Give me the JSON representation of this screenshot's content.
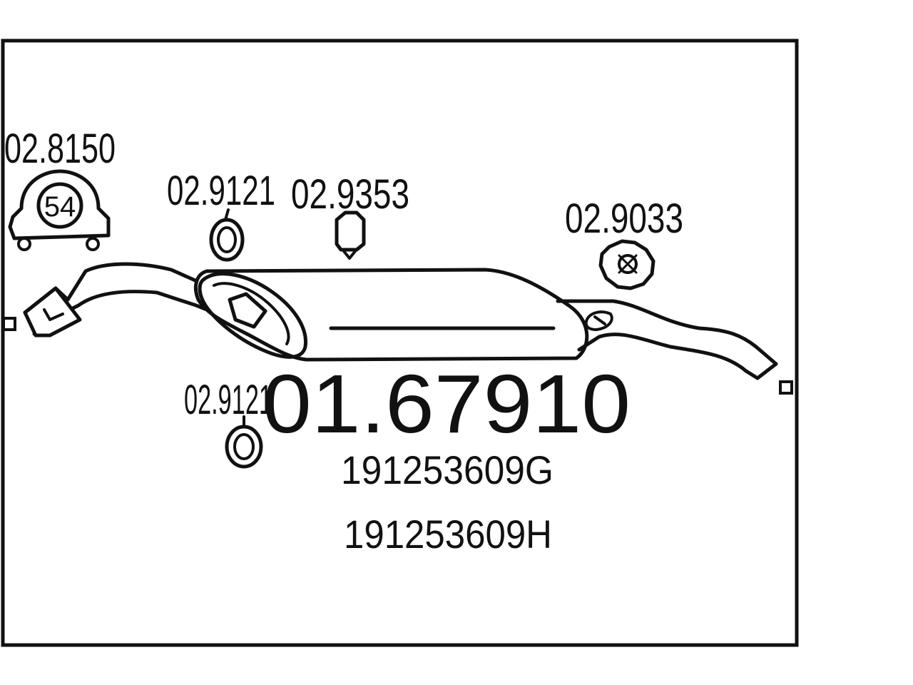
{
  "main_part": {
    "number": "01.67910",
    "oem_numbers": [
      "191253609G",
      "191253609H"
    ]
  },
  "parts": [
    {
      "id": "clamp",
      "number": "02.8150",
      "badge": "54",
      "icon": "pipe-clamp-icon"
    },
    {
      "id": "ring-upper",
      "number": "02.9121",
      "icon": "rubber-ring-icon"
    },
    {
      "id": "bolt",
      "number": "02.9353",
      "icon": "bolt-icon"
    },
    {
      "id": "hanger",
      "number": "02.9033",
      "icon": "rubber-mount-icon"
    },
    {
      "id": "ring-lower",
      "number": "02.9121",
      "icon": "rubber-ring-icon"
    }
  ],
  "colors": {
    "line": "#111111",
    "background": "#ffffff"
  }
}
